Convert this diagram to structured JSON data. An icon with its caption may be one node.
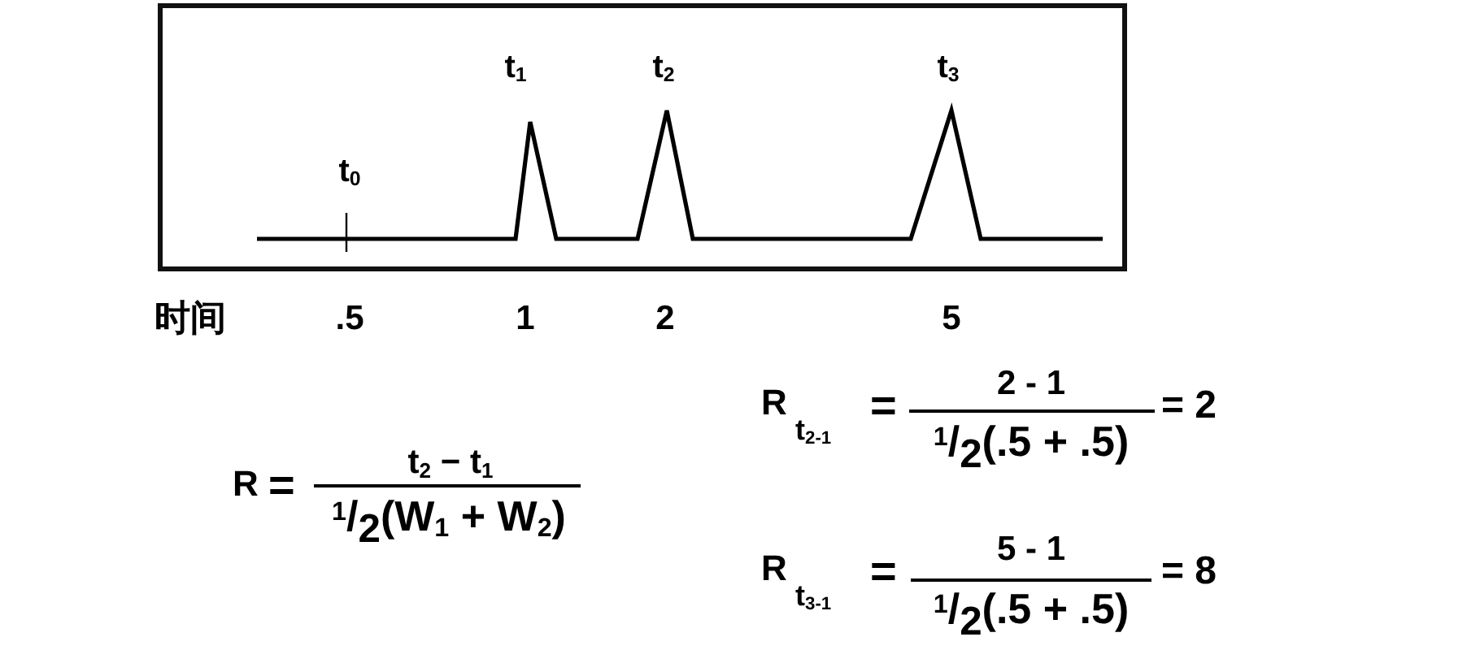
{
  "diagram": {
    "nodes": [
      {
        "text": [
          "t$_{1}$",
          "t$_{2}$",
          "t$_{3}$",
          "t$_{0}$"
        ]
      }
    ],
    "labels": [
      "时间",
      ".5",
      "1",
      "2",
      "5",
      "R",
      "t$_{2-1}$",
      "=",
      "2 - 1",
      "$^{1}$/$_{2}$(.5 + .5)",
      "= 2",
      "R",
      "=",
      "t$_{2}$ − t$_{1}$",
      "$^{1}$/$_{2}$(W$_{1}$ + W$_{2}$)",
      "R",
      "t$_{3-1}$",
      "=",
      "5 - 1",
      "$^{1}$/$_{2}$(.5 + .5)",
      "= 8"
    ]
  }
}
